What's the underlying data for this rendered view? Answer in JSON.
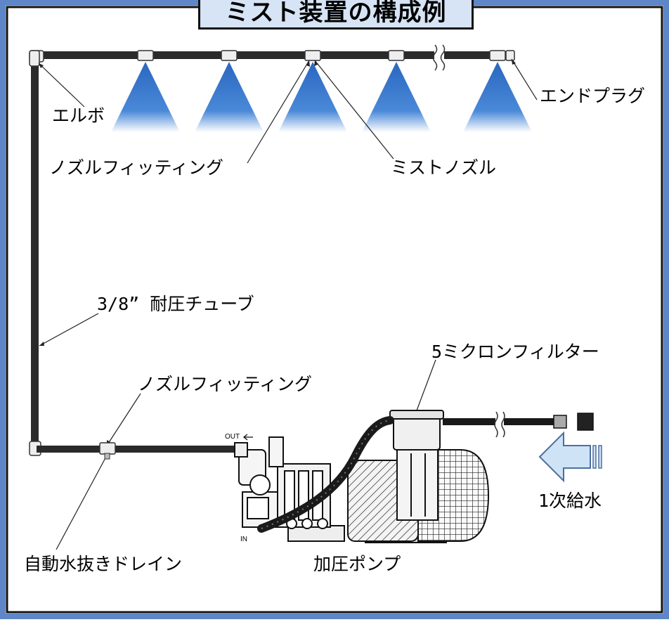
{
  "title": "ミスト装置の構成例",
  "labels": {
    "elbow": "エルボ",
    "end_plug": "エンドプラグ",
    "nozzle_fitting_top": "ノズルフィッティング",
    "mist_nozzle": "ミストノズル",
    "tube": "3/8” 耐圧チューブ",
    "filter": "5ミクロンフィルター",
    "nozzle_fitting_bottom": "ノズルフィッティング",
    "primary_water": "1次給水",
    "drain": "自動水抜きドレイン",
    "pump": "加圧ポンプ",
    "out": "OUT",
    "in": "IN"
  },
  "colors": {
    "frame_blue": "#5f87c8",
    "title_fill": "#d6e4f5",
    "spray_blue": "#2f6fc4",
    "pipe": "#2a2a2a",
    "arrow_fill": "#cfe3f7"
  }
}
